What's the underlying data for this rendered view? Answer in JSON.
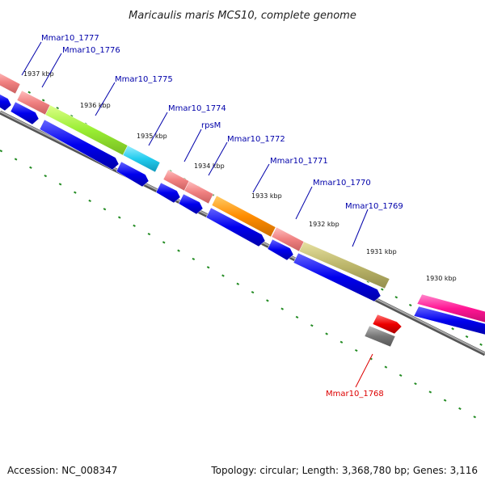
{
  "title": "Maricaulis maris MCS10, complete genome",
  "footer": {
    "accession": "Accession: NC_008347",
    "topology": "Topology: circular; Length: 3,368,780 bp; Genes: 3,116"
  },
  "scale_labels": [
    "1937 kbp",
    "1936 kbp",
    "1935 kbp",
    "1934 kbp",
    "1933 kbp",
    "1932 kbp",
    "1931 kbp",
    "1930 kbp"
  ],
  "genes": [
    {
      "name": "Mmar10_1777",
      "color": "#0000aa"
    },
    {
      "name": "Mmar10_1776",
      "color": "#0000aa"
    },
    {
      "name": "Mmar10_1775",
      "color": "#0000aa"
    },
    {
      "name": "Mmar10_1774",
      "color": "#0000aa"
    },
    {
      "name": "rpsM",
      "color": "#0000aa"
    },
    {
      "name": "Mmar10_1772",
      "color": "#0000aa"
    },
    {
      "name": "Mmar10_1771",
      "color": "#0000aa"
    },
    {
      "name": "Mmar10_1770",
      "color": "#0000aa"
    },
    {
      "name": "Mmar10_1769",
      "color": "#0000aa"
    },
    {
      "name": "Mmar10_1768",
      "color": "#dd0000"
    }
  ],
  "colors": {
    "cds_forward": "#0000ee",
    "backbone": "#888888",
    "tick": "#228b22",
    "salmon": "#f08080",
    "green": "#99ee33",
    "cyan": "#22ccee",
    "orange": "#ff8c00",
    "olive": "#bdb76b",
    "magenta": "#ff1493",
    "red": "#ee0000",
    "gray": "#777777"
  }
}
